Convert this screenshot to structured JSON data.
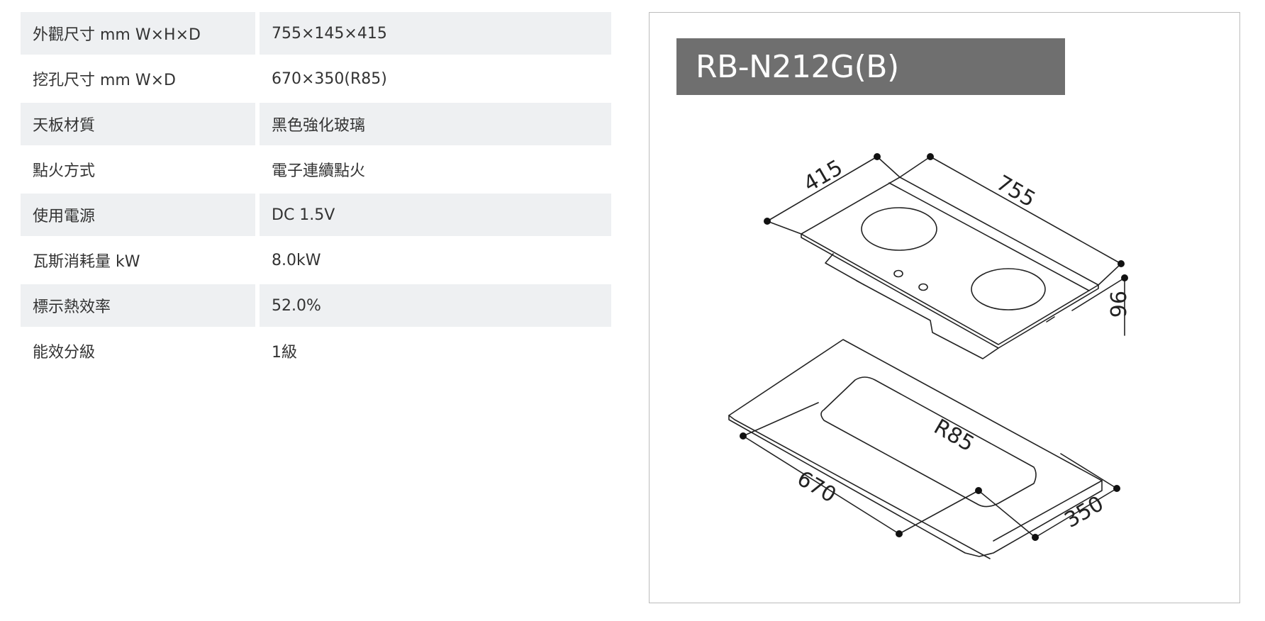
{
  "specs": [
    {
      "label": "外觀尺寸 mm W×H×D",
      "value": "755×145×415"
    },
    {
      "label": "挖孔尺寸 mm W×D",
      "value": "670×350(R85)"
    },
    {
      "label": "天板材質",
      "value": "黑色強化玻璃"
    },
    {
      "label": "點火方式",
      "value": "電子連續點火"
    },
    {
      "label": "使用電源",
      "value": "DC 1.5V"
    },
    {
      "label": "瓦斯消耗量 kW",
      "value": "8.0kW"
    },
    {
      "label": "標示熱效率",
      "value": "52.0%"
    },
    {
      "label": "能效分級",
      "value": "1級"
    }
  ],
  "drawing": {
    "model": "RB-N212G(B)",
    "dims": {
      "depth": "415",
      "width": "755",
      "height": "96",
      "cutout_radius": "R85",
      "cutout_width": "670",
      "cutout_depth": "350"
    }
  }
}
